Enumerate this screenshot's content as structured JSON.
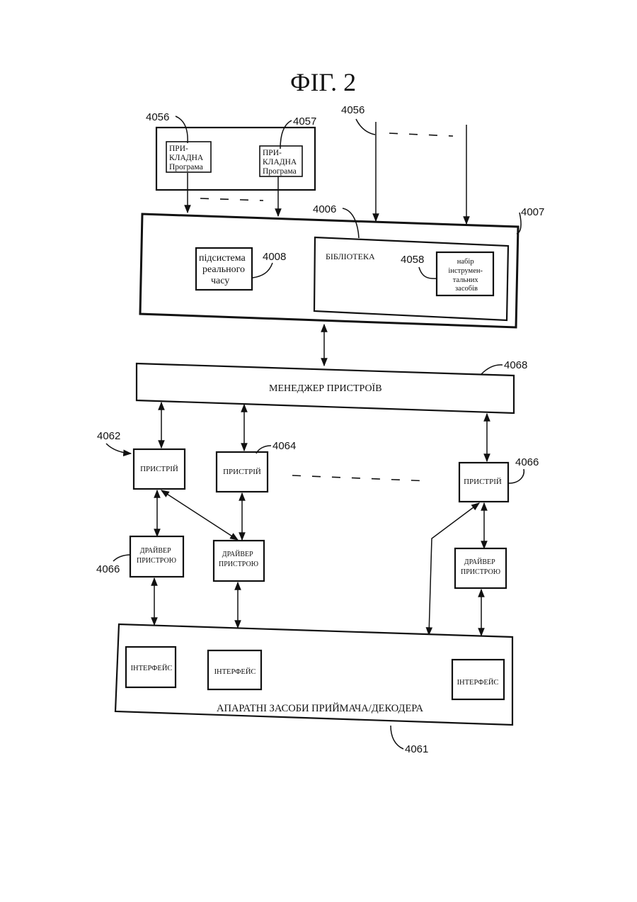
{
  "figure_title": "ФІГ. 2",
  "refs": {
    "r4056_a": "4056",
    "r4057": "4057",
    "r4056_b": "4056",
    "r4006": "4006",
    "r4007": "4007",
    "r4008": "4008",
    "r4058": "4058",
    "r4068": "4068",
    "r4062": "4062",
    "r4064": "4064",
    "r4066_a": "4066",
    "r4066_b": "4066",
    "r4061": "4061"
  },
  "app1": {
    "l1": "ПРИ-",
    "l2": "КЛАДНА",
    "l3": "Програма"
  },
  "app2": {
    "l1": "ПРИ-",
    "l2": "КЛАДНА",
    "l3": "Програма"
  },
  "rt": {
    "l1": "підсистема",
    "l2": "реального",
    "l3": "часу"
  },
  "library": "БІБЛІОТЕКА",
  "toolkit": {
    "l1": "набір",
    "l2": "інструмен-",
    "l3": "тальних",
    "l4": "засобів"
  },
  "device_manager": "МЕНЕДЖЕР ПРИСТРОЇВ",
  "device_1": "ПРИСТРІЙ",
  "device_2": "ПРИСТРІЙ",
  "device_3": "ПРИСТРІЙ",
  "driver_1": {
    "l1": "ДРАЙВЕР",
    "l2": "ПРИСТРОЮ"
  },
  "driver_2": {
    "l1": "ДРАЙВЕР",
    "l2": "ПРИСТРОЮ"
  },
  "driver_3": {
    "l1": "ДРАЙВЕР",
    "l2": "ПРИСТРОЮ"
  },
  "interface_1": "ІНТЕРФЕЙС",
  "interface_2": "ІНТЕРФЕЙС",
  "interface_3": "ІНТЕРФЕЙС",
  "hardware": "АПАРАТНІ ЗАСОБИ ПРИЙМАЧА/ДЕКОДЕРА"
}
